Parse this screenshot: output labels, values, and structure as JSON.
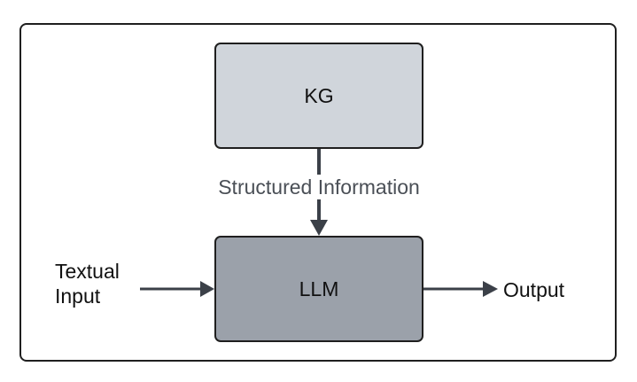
{
  "diagram": {
    "kg_box": {
      "label": "KG"
    },
    "edge_label": "Structured Information",
    "llm_box": {
      "label": "LLM"
    },
    "input_label": "Textual Input",
    "output_label": "Output",
    "colors": {
      "kg_fill": "#d0d5db",
      "llm_fill": "#9ba1aa",
      "stroke": "#1f1f1f",
      "arrow": "#3b4048"
    }
  }
}
